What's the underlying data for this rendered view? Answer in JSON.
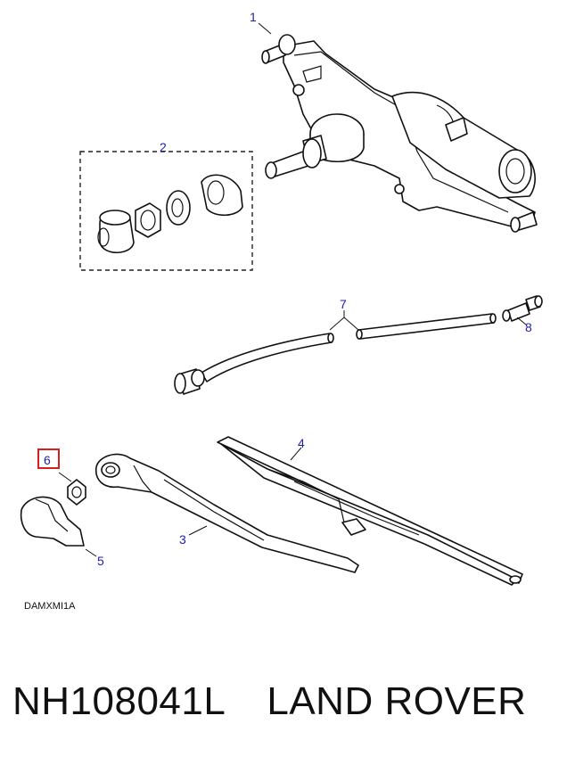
{
  "callouts": [
    "1",
    "2",
    "3",
    "4",
    "5",
    "6",
    "7",
    "8"
  ],
  "highlighted_callout": "6",
  "highlight_color": "#d42020",
  "callout_color": "#1f1fa8",
  "diagram_code": "DAMXMI1A",
  "footer": {
    "part_number": "NH108041L",
    "brand": "LAND ROVER"
  }
}
